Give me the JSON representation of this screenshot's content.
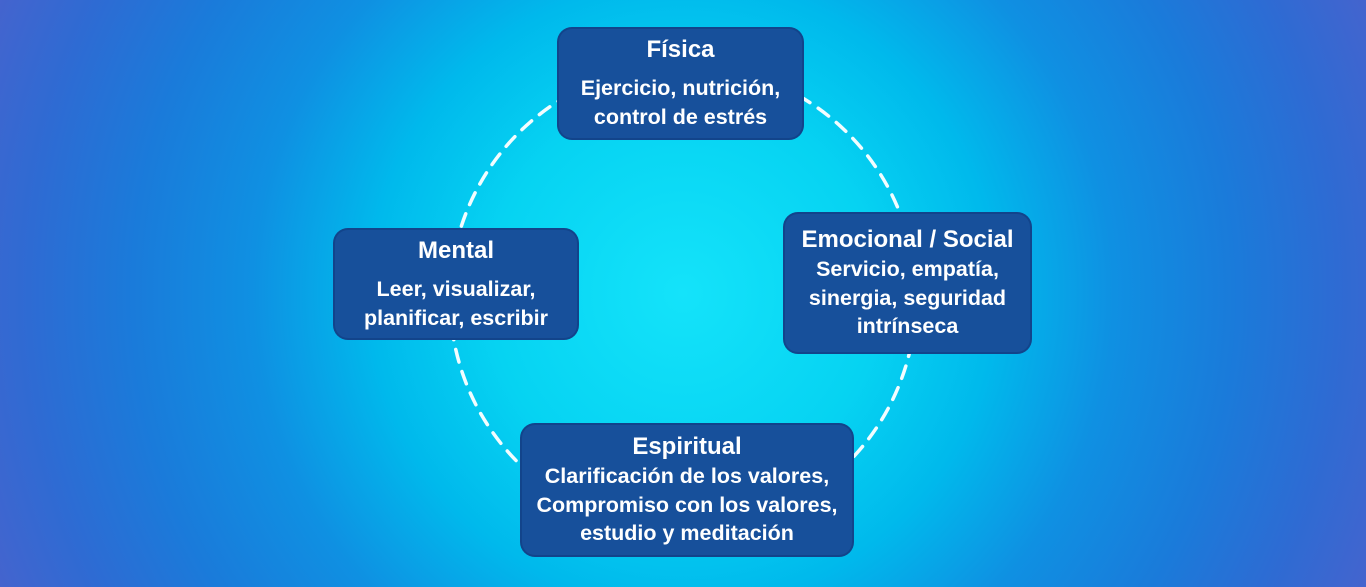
{
  "diagram": {
    "nodes": [
      {
        "id": "fisica",
        "title": "Física",
        "body": "Ejercicio, nutrición,\ncontrol de estrés"
      },
      {
        "id": "mental",
        "title": "Mental",
        "body": "Leer, visualizar,\nplanificar, escribir"
      },
      {
        "id": "emocional-social",
        "title": "Emocional / Social",
        "body": "Servicio, empatía,\nsinergia, seguridad\nintrínseca"
      },
      {
        "id": "espiritual",
        "title": "Espiritual",
        "body": "Clarificación de los valores,\nCompromiso con los valores,\nestudio y meditación"
      }
    ],
    "colors": {
      "node_fill": "#17509b",
      "text": "#ffffff",
      "circle_stroke": "#ffffff",
      "bg_center": "#14e3fa",
      "bg_mid": "#0f90e2",
      "bg_edge": "#4464ce"
    }
  }
}
